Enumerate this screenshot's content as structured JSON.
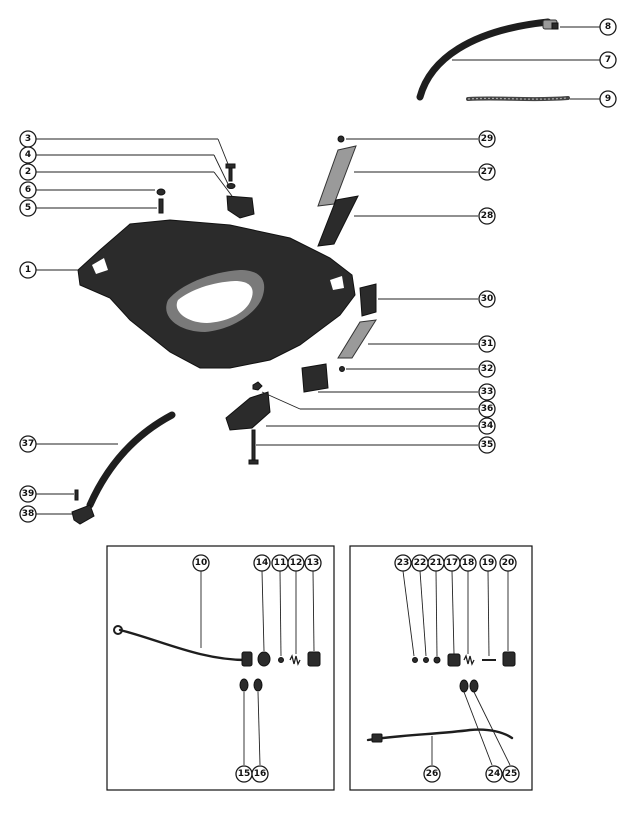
{
  "callouts": [
    {
      "id": "c1",
      "label": "1"
    },
    {
      "id": "c2",
      "label": "2"
    },
    {
      "id": "c3",
      "label": "3"
    },
    {
      "id": "c4",
      "label": "4"
    },
    {
      "id": "c5",
      "label": "5"
    },
    {
      "id": "c6",
      "label": "6"
    },
    {
      "id": "c7",
      "label": "7"
    },
    {
      "id": "c8",
      "label": "8"
    },
    {
      "id": "c9",
      "label": "9"
    },
    {
      "id": "c10",
      "label": "10"
    },
    {
      "id": "c11",
      "label": "11"
    },
    {
      "id": "c12",
      "label": "12"
    },
    {
      "id": "c13",
      "label": "13"
    },
    {
      "id": "c14",
      "label": "14"
    },
    {
      "id": "c15",
      "label": "15"
    },
    {
      "id": "c16",
      "label": "16"
    },
    {
      "id": "c17",
      "label": "17"
    },
    {
      "id": "c18",
      "label": "18"
    },
    {
      "id": "c19",
      "label": "19"
    },
    {
      "id": "c20",
      "label": "20"
    },
    {
      "id": "c21",
      "label": "21"
    },
    {
      "id": "c22",
      "label": "22"
    },
    {
      "id": "c23",
      "label": "23"
    },
    {
      "id": "c24",
      "label": "24"
    },
    {
      "id": "c25",
      "label": "25"
    },
    {
      "id": "c26",
      "label": "26"
    },
    {
      "id": "c27",
      "label": "27"
    },
    {
      "id": "c28",
      "label": "28"
    },
    {
      "id": "c29",
      "label": "29"
    },
    {
      "id": "c30",
      "label": "30"
    },
    {
      "id": "c31",
      "label": "31"
    },
    {
      "id": "c32",
      "label": "32"
    },
    {
      "id": "c33",
      "label": "33"
    },
    {
      "id": "c34",
      "label": "34"
    },
    {
      "id": "c35",
      "label": "35"
    },
    {
      "id": "c36",
      "label": "36"
    },
    {
      "id": "c37",
      "label": "37"
    },
    {
      "id": "c38",
      "label": "38"
    },
    {
      "id": "c39",
      "label": "39"
    }
  ]
}
